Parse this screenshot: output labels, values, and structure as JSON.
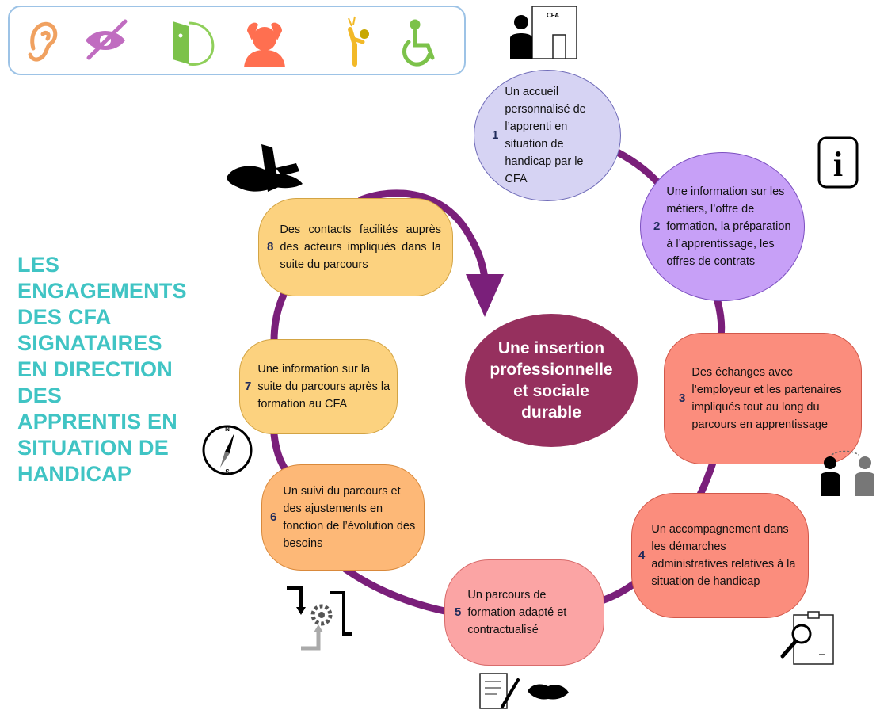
{
  "title_lines": "LES\nENGAGEMENTS\nDES CFA\nSIGNATAIRES\nEN DIRECTION\nDES\nAPPRENTIS EN\nSITUATION DE\nHANDICAP",
  "center": "Une insertion\nprofessionnelle\net sociale\ndurable",
  "steps": [
    {
      "number": "1",
      "text": "Un accueil personnalisé de l’apprenti en situation de handicap par le CFA",
      "color": "#d6d3f3"
    },
    {
      "number": "2",
      "text": "Une information sur les métiers, l’offre de formation, la préparation à l’apprentissage, les offres de contrats",
      "color": "#c7a0f7"
    },
    {
      "number": "3",
      "text": "Des échanges avec l’employeur et les partenaires impliqués tout au long du parcours en apprentissage",
      "color": "#fb8d7d"
    },
    {
      "number": "4",
      "text": "Un accompagnement dans les démarches administratives relatives à la situation de handicap",
      "color": "#fb8d7d"
    },
    {
      "number": "5",
      "text": "Un parcours de formation adapté et contractualisé",
      "color": "#fba4a4"
    },
    {
      "number": "6",
      "text": "Un suivi du parcours et des ajustements en fonction de l’évolution des besoins",
      "color": "#fdb877"
    },
    {
      "number": "7",
      "text": "Une information sur la suite du parcours après la formation au CFA",
      "color": "#fcd27f"
    },
    {
      "number": "8",
      "text": "Des contacts facilités auprès des acteurs impliqués dans la suite du parcours",
      "color": "#fcd27f"
    }
  ],
  "pictograms": {
    "cfa_sign": "CFA",
    "info_sign": "i",
    "compass_n": "N",
    "compass_s": "S"
  },
  "handicap_icons": [
    "ear-icon",
    "crossed-eye-icon",
    "face-mask-icon",
    "head-pain-icon",
    "person-bending-icon",
    "wheelchair-icon"
  ],
  "colors": {
    "title": "#40c4c4",
    "center": "#96305e",
    "cycle_line": "#7a1f7a",
    "icon_frame": "#9dc3e6"
  }
}
